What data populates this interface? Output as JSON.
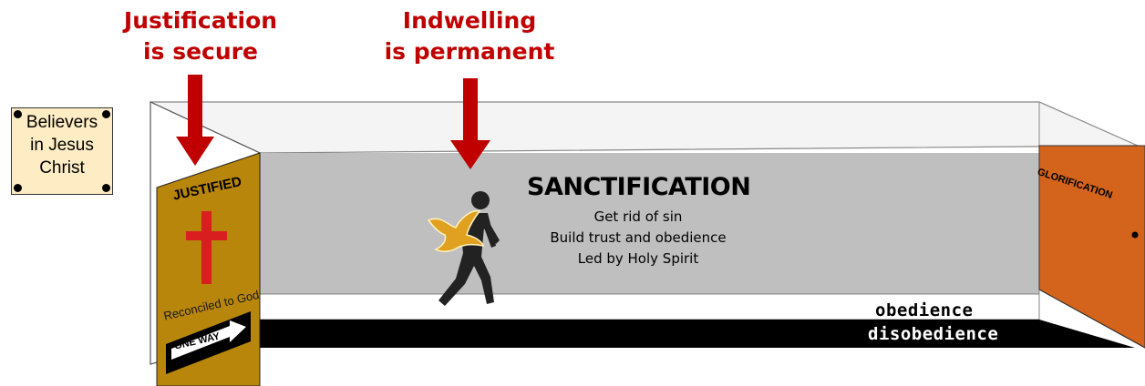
{
  "callouts": {
    "justification": {
      "line1": "Justification",
      "line2": "is secure"
    },
    "indwelling": {
      "line1": "Indwelling",
      "line2": "is permanent"
    }
  },
  "believers_card": {
    "line1": "Believers",
    "line2": "in Jesus",
    "line3": "Christ"
  },
  "justified_door": {
    "title": "JUSTIFIED",
    "subtitle": "Reconciled to God",
    "sign": "ONE WAY"
  },
  "sanctification": {
    "title": "SANCTIFICATION",
    "lines": [
      "Get rid of sin",
      "Build trust and obedience",
      "Led by Holy Spirit"
    ]
  },
  "floor": {
    "obedience": "obedience",
    "disobedience": "disobedience"
  },
  "glorification_door": {
    "title": "GLORIFICATION"
  },
  "colors": {
    "callout_red": "#c00000",
    "door_gold": "#b8860b",
    "door_orange": "#d4641b",
    "wall_gray": "#bfbfbf",
    "cross_red": "#d81e1e"
  },
  "icons": [
    "down-arrow-icon",
    "cross-icon",
    "one-way-arrow-icon",
    "walking-person-icon",
    "dove-icon"
  ]
}
